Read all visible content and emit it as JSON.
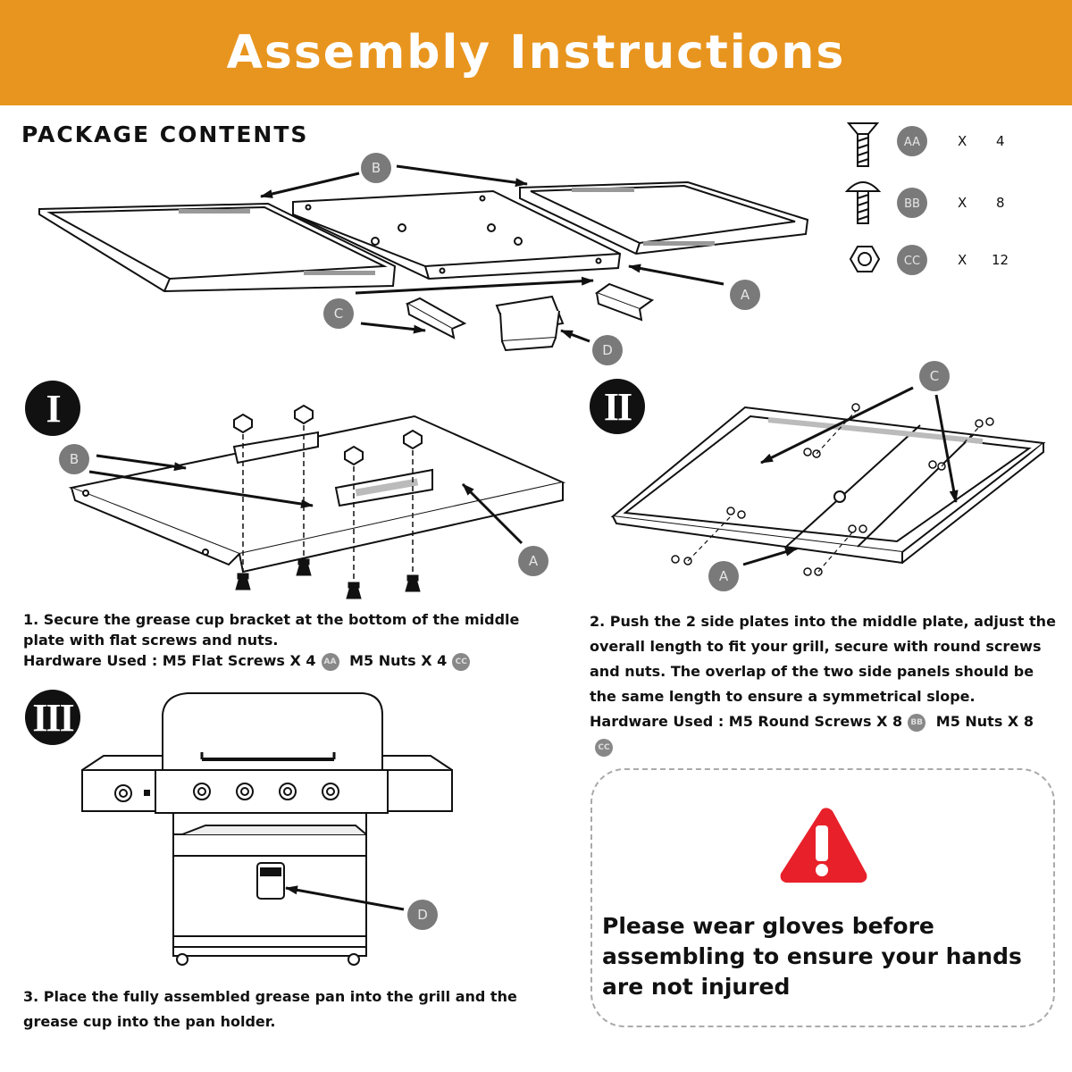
{
  "banner": {
    "title": "Assembly Instructions",
    "color": "#e8951f"
  },
  "package": {
    "title": "PACKAGE CONTENTS",
    "part_labels": [
      "B",
      "A",
      "C",
      "D"
    ],
    "hardware": [
      {
        "code": "AA",
        "mult": "X",
        "qty": "4",
        "icon": "flat-screw-icon"
      },
      {
        "code": "BB",
        "mult": "X",
        "qty": "8",
        "icon": "round-screw-icon"
      },
      {
        "code": "CC",
        "mult": "X",
        "qty": "12",
        "icon": "hex-nut-icon"
      }
    ]
  },
  "steps": [
    {
      "number": "I",
      "labels": [
        "B",
        "A"
      ],
      "text": "1. Secure the grease cup bracket at the bottom of the middle plate with flat screws and nuts.",
      "hardware_prefix": "Hardware Used : M5 Flat Screws X 4",
      "hardware_chip1": "AA",
      "hardware_mid": "M5 Nuts X 4",
      "hardware_chip2": "CC"
    },
    {
      "number": "II",
      "labels": [
        "C",
        "A"
      ],
      "text": "2. Push the 2 side plates into the middle plate, adjust the overall length to fit your grill, secure with round screws and nuts. The overlap of the two side panels should be the same length to ensure a symmetrical slope.",
      "hardware_prefix": "Hardware Used : M5 Round Screws X 8",
      "hardware_chip1": "BB",
      "hardware_mid": "M5 Nuts X 8",
      "hardware_chip2": "CC"
    },
    {
      "number": "III",
      "labels": [
        "D"
      ],
      "text": "3. Place the fully assembled grease pan into the grill and the grease cup into the pan holder."
    }
  ],
  "warning": {
    "text": "Please wear gloves before assembling to ensure your hands are not injured",
    "icon": "warning-triangle-icon",
    "color": "#e8202a"
  }
}
